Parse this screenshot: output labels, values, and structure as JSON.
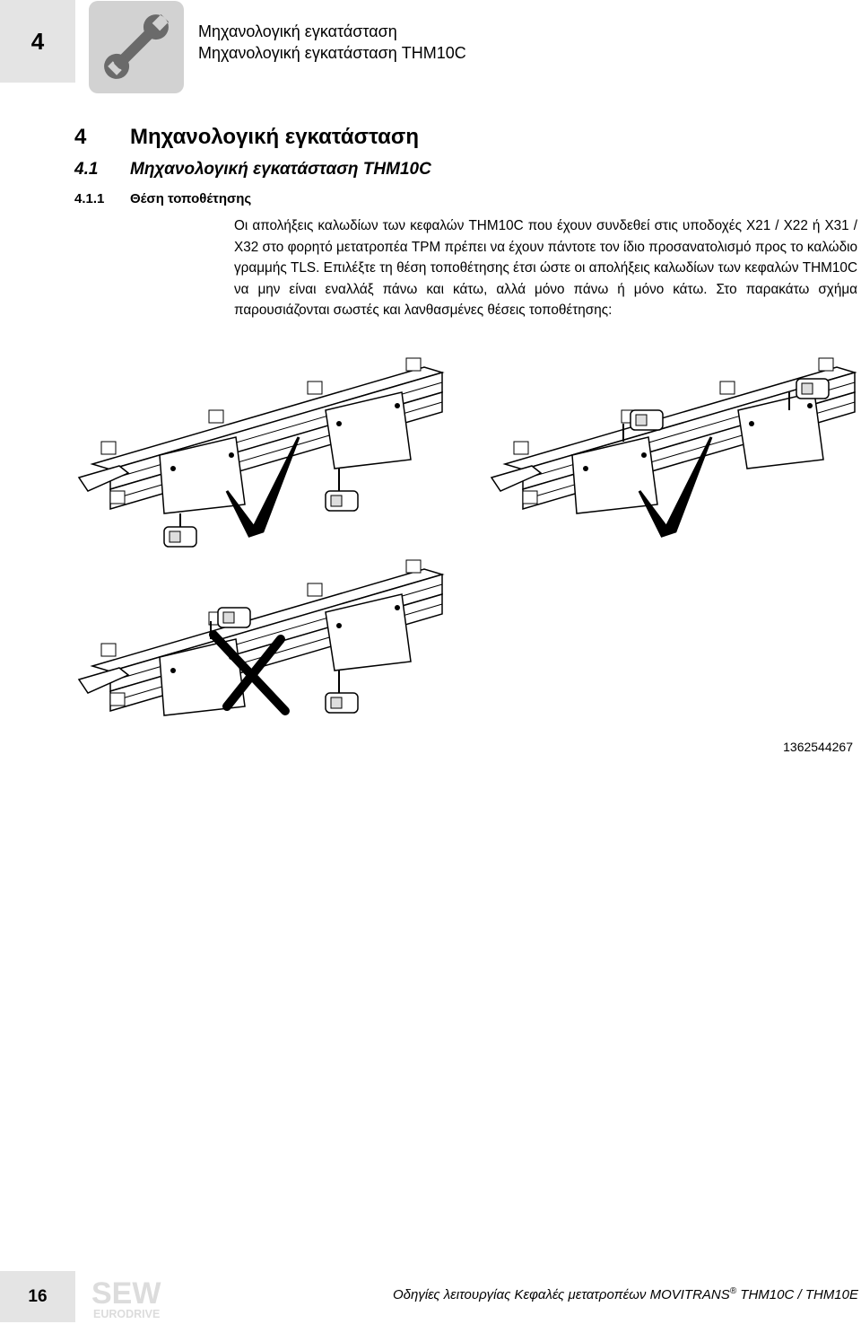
{
  "header": {
    "chapter_number": "4",
    "title": "Μηχανολογική εγκατάσταση",
    "subtitle": "Μηχανολογική εγκατάσταση THM10C",
    "icon": "wrench-icon"
  },
  "section": {
    "h1_number": "4",
    "h1_title": "Μηχανολογική εγκατάσταση",
    "h2_number": "4.1",
    "h2_title": "Μηχανολογική εγκατάσταση THM10C",
    "h3_number": "4.1.1",
    "h3_title": "Θέση τοποθέτησης",
    "paragraph": "Οι απολήξεις καλωδίων των κεφαλών THM10C που έχουν συνδεθεί στις υποδοχές X21 / X22 ή X31 / X32 στο φορητό μετατροπέα TPM πρέπει να έχουν πάντοτε τον ίδιο προσανατολισμό προς το καλώδιο γραμμής TLS. Επιλέξτε τη θέση τοποθέτησης έτσι ώστε οι απολήξεις καλωδίων των κεφαλών THM10C να μην είναι εναλλάξ πάνω και κάτω, αλλά μόνο πάνω ή μόνο κάτω. Στο παρακάτω σχήμα παρουσιάζονται σωστές και λανθασμένες θέσεις τοποθέτησης:"
  },
  "figure": {
    "number": "1362544267",
    "marks": [
      "check-icon",
      "check-icon",
      "cross-icon"
    ]
  },
  "footer": {
    "page_number": "16",
    "logo_text_top": "SEW",
    "logo_text_bottom": "EURODRIVE",
    "doc_title_prefix": "Οδηγίες λειτουργίας  Κεφαλές μετατροπέων MOVITRANS",
    "registered_mark": "®",
    "doc_title_suffix": " THM10C / THM10E"
  }
}
